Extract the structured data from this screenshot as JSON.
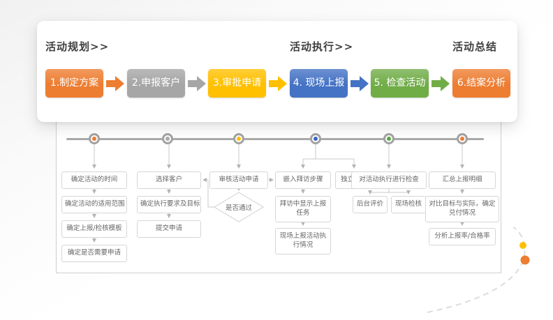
{
  "phases": [
    {
      "label": "活动规划>>"
    },
    {
      "label": "活动执行>>"
    },
    {
      "label": "活动总结"
    }
  ],
  "steps": [
    {
      "label": "1.制定方案",
      "color": "#ED7D31"
    },
    {
      "label": "2.申报客户",
      "color": "#A6A6A6"
    },
    {
      "label": "3.审批申请",
      "color": "#FFC000"
    },
    {
      "label": "4. 现场上报",
      "color": "#4472C4"
    },
    {
      "label": "5. 检查活动",
      "color": "#70AD47"
    },
    {
      "label": "6.结案分析",
      "color": "#ED7D31"
    }
  ],
  "timeline_dots": [
    "#ED7D31",
    "#ABABAB",
    "#FFC000",
    "#3B66C4",
    "#58A942",
    "#ED7D31"
  ],
  "flow": {
    "col1": {
      "items": [
        "确定活动的时间",
        "确定活动的适用范围",
        "确定上报/检核模板",
        "确定是否需要申请"
      ]
    },
    "col2": {
      "items": [
        "选择客户",
        "确定执行要求及目标",
        "提交申请"
      ]
    },
    "col3": {
      "review": "审核活动申请",
      "decision": "是否通过"
    },
    "col4": {
      "branch_left": "嵌入拜访步骤",
      "branch_right": "独立上报",
      "items": [
        "拜访中显示上报任务",
        "现场上报活动执行情况"
      ]
    },
    "col5": {
      "check": "对活动执行进行检查",
      "sub_left": "后台评价",
      "sub_right": "现场检核"
    },
    "col6": {
      "items": [
        "汇总上报明细",
        "对比目标与实际，确定兑付情况",
        "分析上报率/合格率"
      ]
    }
  },
  "decoration": {
    "dot_small": "#FFC000",
    "dot_large": "#ED7D31"
  }
}
